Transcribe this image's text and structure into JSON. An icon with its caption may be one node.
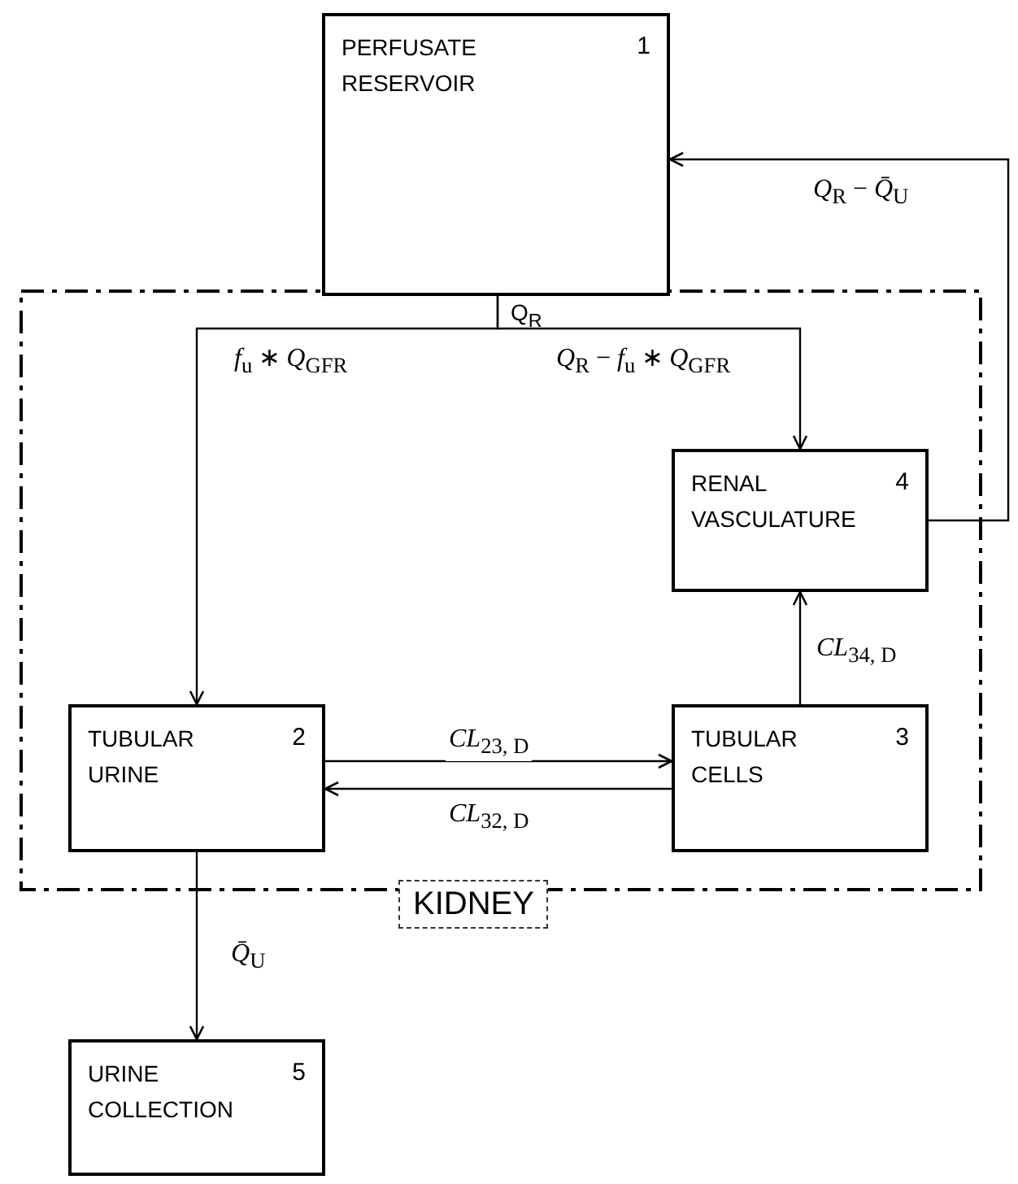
{
  "diagram": {
    "nodes": [
      {
        "text": [
          "PERFUSATE RESERVOIR",
          "1"
        ]
      },
      {
        "text": [
          "KIDNEY"
        ]
      },
      {
        "text": [
          "RENAL VASCULATURE",
          "4"
        ],
        "in": 1
      },
      {
        "text": [
          "TUBULAR URINE",
          "2"
        ],
        "in": 1
      },
      {
        "text": [
          "TUBULAR CELLS",
          "3"
        ],
        "in": 1
      },
      {
        "text": [
          "URINE COLLECTION",
          "5"
        ]
      }
    ],
    "edges": [
      {
        "from": 0,
        "to": 3,
        "arrow": "to",
        "label": "*f*$_{u}$ ∗ *Q*$_{GFR}$"
      },
      {
        "from": 0,
        "to": 2,
        "arrow": "to",
        "label": "*Q*$_{R}$ − *f*$_{u}$ ∗ *Q*$_{GFR}$"
      },
      {
        "from": 3,
        "to": 4,
        "arrow": "to",
        "label": "*CL*$_{23, D}$"
      },
      {
        "from": 4,
        "to": 3,
        "arrow": "to",
        "label": "*CL*$_{32, D}$"
      },
      {
        "from": 4,
        "to": 2,
        "arrow": "to",
        "label": "*CL*$_{34, D}$"
      },
      {
        "from": 3,
        "to": 5,
        "arrow": "to",
        "label": "*Q̄*$_{U}$"
      },
      {
        "from": 2,
        "to": 0,
        "arrow": "to",
        "label": "*Q*$_{R}$ − *Q̄*$_{U}$"
      }
    ],
    "labels": [
      "Q$_{R}$"
    ]
  }
}
